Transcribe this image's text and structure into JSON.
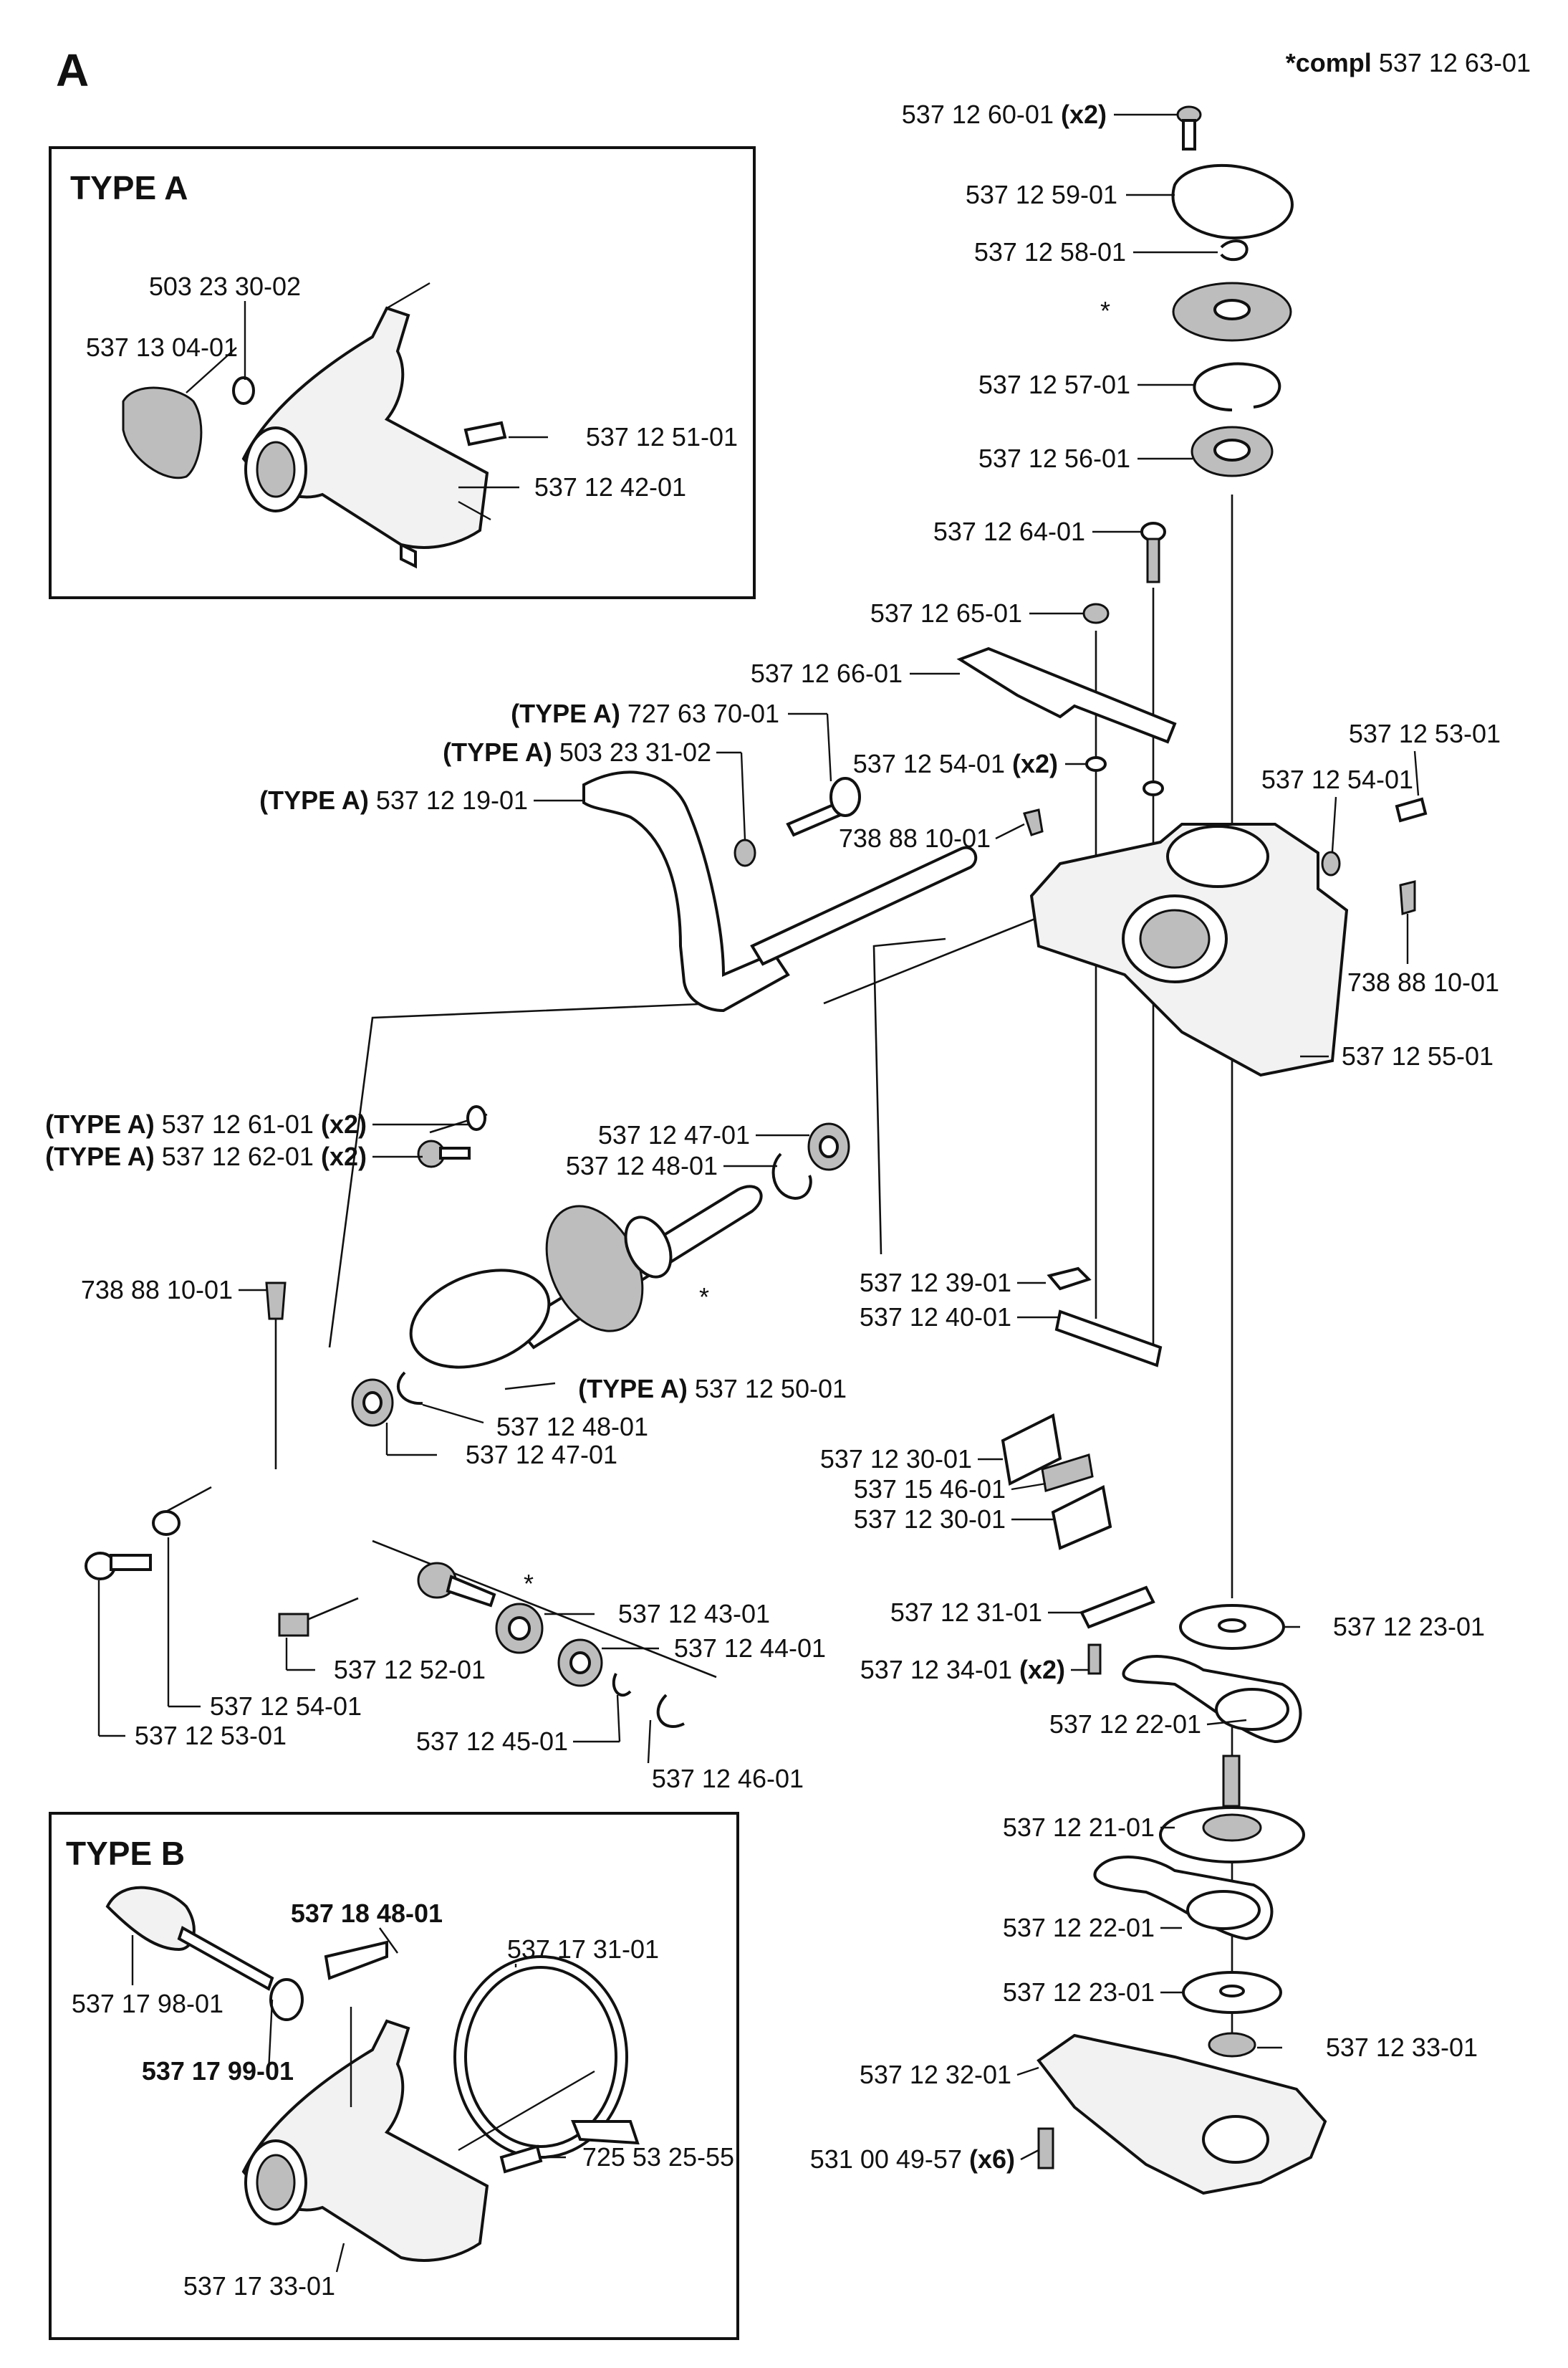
{
  "page": {
    "section_letter": "A",
    "compl": {
      "prefix": "*compl",
      "number": "537 12 63-01"
    }
  },
  "boxes": {
    "type_a_title": "TYPE A",
    "type_b_title": "TYPE B"
  },
  "labels": [
    {
      "id": "l1",
      "parts": [
        {
          "t": "537 12 60-01 "
        },
        {
          "t": "(x2)",
          "b": true
        }
      ]
    },
    {
      "id": "l2",
      "parts": [
        {
          "t": "537 12 59-01"
        }
      ]
    },
    {
      "id": "l3",
      "parts": [
        {
          "t": "537 12 58-01"
        }
      ]
    },
    {
      "id": "l4",
      "parts": [
        {
          "t": "*"
        }
      ]
    },
    {
      "id": "l5",
      "parts": [
        {
          "t": "537 12 57-01"
        }
      ]
    },
    {
      "id": "l6",
      "parts": [
        {
          "t": "537 12 56-01"
        }
      ]
    },
    {
      "id": "l7",
      "parts": [
        {
          "t": "537 12 64-01"
        }
      ]
    },
    {
      "id": "l8",
      "parts": [
        {
          "t": "537 12 65-01"
        }
      ]
    },
    {
      "id": "l9",
      "parts": [
        {
          "t": "537 12 66-01"
        }
      ]
    },
    {
      "id": "l10",
      "parts": [
        {
          "t": "(TYPE A)",
          "b": true
        },
        {
          "t": " 727 63 70-01"
        }
      ]
    },
    {
      "id": "l11",
      "parts": [
        {
          "t": "(TYPE A)",
          "b": true
        },
        {
          "t": " 503 23 31-02"
        }
      ]
    },
    {
      "id": "l12",
      "parts": [
        {
          "t": "(TYPE A)",
          "b": true
        },
        {
          "t": " 537 12 19-01"
        }
      ]
    },
    {
      "id": "l13",
      "parts": [
        {
          "t": "537 12 54-01 "
        },
        {
          "t": "(x2)",
          "b": true
        }
      ]
    },
    {
      "id": "l14",
      "parts": [
        {
          "t": "537 12 53-01"
        }
      ]
    },
    {
      "id": "l15",
      "parts": [
        {
          "t": "537 12 54-01"
        }
      ]
    },
    {
      "id": "l16",
      "parts": [
        {
          "t": "738 88 10-01"
        }
      ]
    },
    {
      "id": "l17",
      "parts": [
        {
          "t": "738 88 10-01"
        }
      ]
    },
    {
      "id": "l18",
      "parts": [
        {
          "t": "537 12 55-01"
        }
      ]
    },
    {
      "id": "l19",
      "parts": [
        {
          "t": "(TYPE A)",
          "b": true
        },
        {
          "t": " 537 12 61-01 "
        },
        {
          "t": "(x2)",
          "b": true
        }
      ]
    },
    {
      "id": "l20",
      "parts": [
        {
          "t": "(TYPE A)",
          "b": true
        },
        {
          "t": " 537 12 62-01 "
        },
        {
          "t": "(x2)",
          "b": true
        }
      ]
    },
    {
      "id": "l21",
      "parts": [
        {
          "t": "537 12 47-01"
        }
      ]
    },
    {
      "id": "l22",
      "parts": [
        {
          "t": "537 12 48-01"
        }
      ]
    },
    {
      "id": "l23",
      "parts": [
        {
          "t": "*"
        }
      ]
    },
    {
      "id": "l24",
      "parts": [
        {
          "t": "738 88 10-01"
        }
      ]
    },
    {
      "id": "l25",
      "parts": [
        {
          "t": "537 12 39-01"
        }
      ]
    },
    {
      "id": "l26",
      "parts": [
        {
          "t": "537 12 40-01"
        }
      ]
    },
    {
      "id": "l27",
      "parts": [
        {
          "t": "(TYPE A)",
          "b": true
        },
        {
          "t": " 537 12 50-01"
        }
      ]
    },
    {
      "id": "l28",
      "parts": [
        {
          "t": "537 12 48-01"
        }
      ]
    },
    {
      "id": "l29",
      "parts": [
        {
          "t": "537 12 47-01"
        }
      ]
    },
    {
      "id": "l30",
      "parts": [
        {
          "t": "537 12 30-01"
        }
      ]
    },
    {
      "id": "l31",
      "parts": [
        {
          "t": "537 15 46-01"
        }
      ]
    },
    {
      "id": "l32",
      "parts": [
        {
          "t": "537 12 30-01"
        }
      ]
    },
    {
      "id": "l33",
      "parts": [
        {
          "t": "*"
        }
      ]
    },
    {
      "id": "l34",
      "parts": [
        {
          "t": "537 12 43-01"
        }
      ]
    },
    {
      "id": "l35",
      "parts": [
        {
          "t": "537 12 44-01"
        }
      ]
    },
    {
      "id": "l36",
      "parts": [
        {
          "t": "537 12 31-01"
        }
      ]
    },
    {
      "id": "l37",
      "parts": [
        {
          "t": "537 12 23-01"
        }
      ]
    },
    {
      "id": "l38",
      "parts": [
        {
          "t": "537 12 34-01 "
        },
        {
          "t": "(x2)",
          "b": true
        }
      ]
    },
    {
      "id": "l39",
      "parts": [
        {
          "t": "537 12 52-01"
        }
      ]
    },
    {
      "id": "l40",
      "parts": [
        {
          "t": "537 12 54-01"
        }
      ]
    },
    {
      "id": "l41",
      "parts": [
        {
          "t": "537 12 53-01"
        }
      ]
    },
    {
      "id": "l42",
      "parts": [
        {
          "t": "537 12 45-01"
        }
      ]
    },
    {
      "id": "l43",
      "parts": [
        {
          "t": "537 12 46-01"
        }
      ]
    },
    {
      "id": "l44",
      "parts": [
        {
          "t": "537 12 22-01"
        }
      ]
    },
    {
      "id": "l45",
      "parts": [
        {
          "t": "537 12 21-01"
        }
      ]
    },
    {
      "id": "l46",
      "parts": [
        {
          "t": "537 12 22-01"
        }
      ]
    },
    {
      "id": "l47",
      "parts": [
        {
          "t": "537 12 23-01"
        }
      ]
    },
    {
      "id": "l48",
      "parts": [
        {
          "t": "537 12 33-01"
        }
      ]
    },
    {
      "id": "l49",
      "parts": [
        {
          "t": "537 12 32-01"
        }
      ]
    },
    {
      "id": "l50",
      "parts": [
        {
          "t": "531 00 49-57 "
        },
        {
          "t": "(x6)",
          "b": true
        }
      ]
    },
    {
      "id": "ta1",
      "parts": [
        {
          "t": "503 23 30-02"
        }
      ]
    },
    {
      "id": "ta2",
      "parts": [
        {
          "t": "537 13 04-01"
        }
      ]
    },
    {
      "id": "ta3",
      "parts": [
        {
          "t": "537 12 51-01"
        }
      ]
    },
    {
      "id": "ta4",
      "parts": [
        {
          "t": "537 12 42-01"
        }
      ]
    },
    {
      "id": "tb1",
      "parts": [
        {
          "t": "537 18 48-01",
          "b": true
        }
      ]
    },
    {
      "id": "tb2",
      "parts": [
        {
          "t": "537 17 31-01"
        }
      ]
    },
    {
      "id": "tb3",
      "parts": [
        {
          "t": "537 17 98-01"
        }
      ]
    },
    {
      "id": "tb4",
      "parts": [
        {
          "t": "537 17 99-01",
          "b": true
        }
      ]
    },
    {
      "id": "tb5",
      "parts": [
        {
          "t": "725 53 25-55"
        }
      ]
    },
    {
      "id": "tb6",
      "parts": [
        {
          "t": "537 17 33-01"
        }
      ]
    }
  ]
}
